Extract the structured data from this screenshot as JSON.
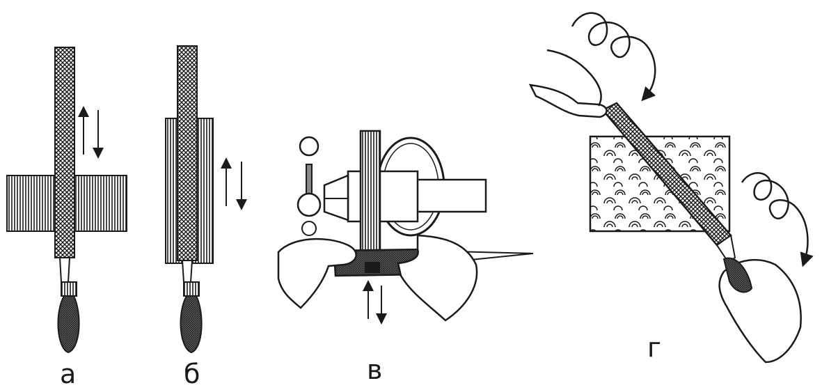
{
  "panels": [
    {
      "id": "a",
      "label": "а"
    },
    {
      "id": "b",
      "label": "б"
    },
    {
      "id": "v",
      "label": "в"
    },
    {
      "id": "g",
      "label": "г"
    }
  ],
  "colors": {
    "ink": "#1a1a1a",
    "paper": "#ffffff"
  },
  "icons": [
    "file-tool",
    "up-down-arrow",
    "bench-vise",
    "hand",
    "spiral-motion-arrow"
  ]
}
